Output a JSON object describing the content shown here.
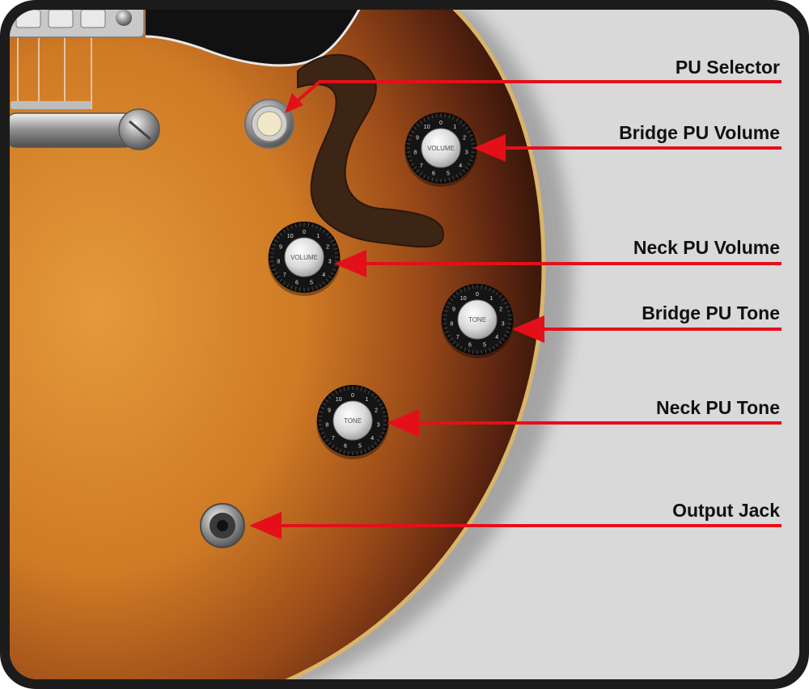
{
  "callouts": [
    {
      "id": "pu-selector",
      "label": "PU Selector"
    },
    {
      "id": "bridge-pu-volume",
      "label": "Bridge PU Volume"
    },
    {
      "id": "neck-pu-volume",
      "label": "Neck PU Volume"
    },
    {
      "id": "bridge-pu-tone",
      "label": "Bridge PU Tone"
    },
    {
      "id": "neck-pu-tone",
      "label": "Neck PU Tone"
    },
    {
      "id": "output-jack",
      "label": "Output Jack"
    }
  ],
  "knobs": {
    "volume_cap_text": "VOLUME",
    "tone_cap_text": "TONE",
    "scale_numbers": [
      "0",
      "1",
      "2",
      "3",
      "4",
      "5",
      "6",
      "7",
      "8",
      "9",
      "10"
    ]
  },
  "colors": {
    "frame": "#1c1c1c",
    "background": "#d9d9d9",
    "callout_red": "#e3101a",
    "binding": "#d9b46a",
    "label_text": "#111111"
  }
}
